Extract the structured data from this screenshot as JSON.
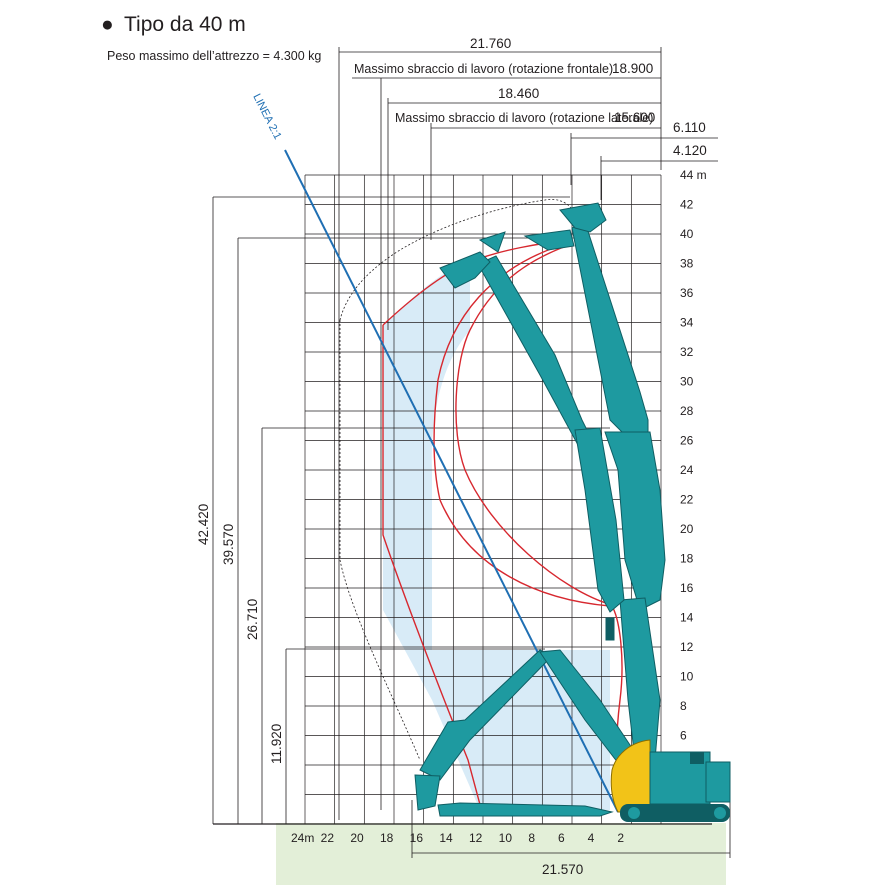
{
  "header": {
    "bullet": "●",
    "title": "Tipo da 40 m",
    "subtitle": "Peso massimo dell’attrezzo = 4.300 kg"
  },
  "dimensions": {
    "top_overall": "21.760",
    "max_reach_front_label": "Massimo sbraccio di lavoro (rotazione frontale)",
    "max_reach_front_value": "18.900",
    "second": "18.460",
    "max_reach_side_label": "Massimo sbraccio di lavoro (rotazione laterale)",
    "max_reach_side_value": "15.600",
    "d_6110": "6.110",
    "d_4120": "4.120",
    "bottom_overall": "21.570"
  },
  "vertical_dimensions": [
    "42.420",
    "39.570",
    "26.710",
    "11.920"
  ],
  "linea_label": "LINEA 2:1",
  "y_axis_ticks": [
    "44 m",
    "42",
    "40",
    "38",
    "36",
    "34",
    "32",
    "30",
    "28",
    "26",
    "24",
    "22",
    "20",
    "18",
    "16",
    "14",
    "12",
    "10",
    "8",
    "6"
  ],
  "x_axis_ticks": [
    "24m",
    "22",
    "20",
    "18",
    "16",
    "14",
    "12",
    "10",
    "8",
    "6",
    "4",
    "2"
  ],
  "colors": {
    "machine": "#1e9aa0",
    "machine_dark": "#0f5e63",
    "envelope": "#d7282f",
    "shade": "#d8ebf7",
    "linea": "#1f6fb3",
    "ground": "#e3efd8",
    "counterweight": "#f2c318"
  }
}
